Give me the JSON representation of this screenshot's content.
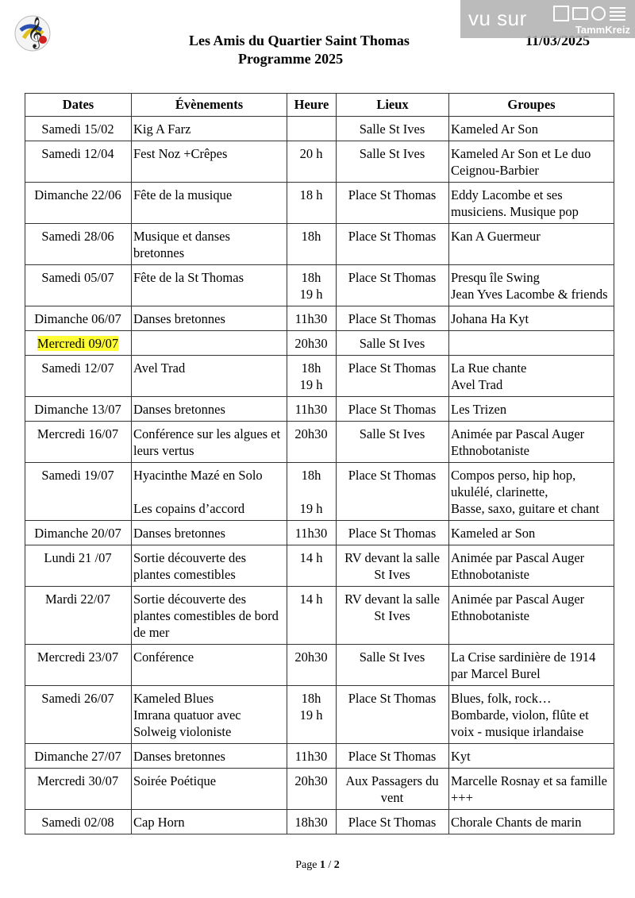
{
  "header": {
    "title": "Les Amis du Quartier Saint Thomas",
    "subtitle": "Programme 2025",
    "date": "11/03/2025"
  },
  "watermark": {
    "text": "vu sur",
    "brand": "TammKreiz"
  },
  "table": {
    "columns": [
      "Dates",
      "Évènements",
      "Heure",
      "Lieux",
      "Groupes"
    ],
    "rows": [
      {
        "date": "Samedi 15/02",
        "event": "Kig A Farz",
        "hour": "",
        "place": "Salle St Ives",
        "groups": "Kameled Ar Son"
      },
      {
        "date": "Samedi 12/04",
        "event": "Fest Noz +Crêpes",
        "hour": "20 h",
        "place": "Salle St Ives",
        "groups": "Kameled Ar Son et Le duo Ceignou-Barbier"
      },
      {
        "date": "Dimanche 22/06",
        "event": "Fête de la musique",
        "hour": "18 h",
        "place": "Place St Thomas",
        "groups": "Eddy Lacombe et ses musiciens. Musique pop"
      },
      {
        "date": "Samedi 28/06",
        "event": "Musique et danses bretonnes",
        "hour": "18h",
        "place": "Place St Thomas",
        "groups": " Kan A Guermeur"
      },
      {
        "date": "Samedi 05/07",
        "event": "Fête de la St Thomas",
        "hour": "18h\n19 h",
        "place": "Place St Thomas",
        "groups": "Presqu île Swing\nJean Yves Lacombe & friends"
      },
      {
        "date": "Dimanche 06/07",
        "event": "Danses bretonnes",
        "hour": "11h30",
        "place": "Place St Thomas",
        "groups": " Johana Ha Kyt"
      },
      {
        "date": "Mercredi 09/07",
        "event": "",
        "hour": "20h30",
        "place": "Salle St Ives",
        "groups": "",
        "highlight": true
      },
      {
        "date": "Samedi 12/07",
        "event": "Avel Trad",
        "hour": "18h\n19 h",
        "place": "Place St Thomas",
        "groups": "La Rue chante\nAvel Trad"
      },
      {
        "date": "Dimanche 13/07",
        "event": "Danses bretonnes",
        "hour": "11h30",
        "place": "Place St Thomas",
        "groups": "Les Trizen"
      },
      {
        "date": "Mercredi 16/07",
        "event": "Conférence sur les algues et leurs vertus",
        "hour": "20h30",
        "place": "Salle St Ives",
        "groups": "Animée par Pascal Auger\nEthnobotaniste"
      },
      {
        "date": "Samedi 19/07",
        "event": "Hyacinthe Mazé en Solo\n\nLes copains d’accord",
        "hour": "18h\n\n19 h",
        "place": "Place St Thomas",
        "groups": "Compos perso, hip hop, ukulélé, clarinette,\nBasse, saxo, guitare et chant"
      },
      {
        "date": "Dimanche 20/07",
        "event": "Danses bretonnes",
        "hour": "11h30",
        "place": "Place St Thomas",
        "groups": "Kameled ar Son"
      },
      {
        "date": "Lundi 21 /07",
        "event": "Sortie découverte des plantes comestibles\n ",
        "hour": "14 h",
        "place": "RV devant la salle St Ives",
        "groups": "Animée par Pascal Auger\nEthnobotaniste"
      },
      {
        "date": "Mardi 22/07",
        "event": "Sortie découverte des plantes comestibles de bord de mer",
        "hour": "14 h",
        "place": "RV devant la salle St Ives",
        "groups": "Animée par Pascal Auger\nEthnobotaniste"
      },
      {
        "date": "Mercredi 23/07",
        "event": "Conférence",
        "hour": "20h30",
        "place": "Salle St Ives",
        "groups": "La Crise sardinière de 1914 par Marcel Burel"
      },
      {
        "date": "Samedi 26/07",
        "event": "Kameled Blues\n   Imrana quatuor avec\n   Solweig violoniste",
        "hour": "18h\n19 h",
        "place": "Place St Thomas",
        "groups": "Blues, folk, rock…\nBombarde, violon, flûte et voix - musique irlandaise"
      },
      {
        "date": "Dimanche 27/07",
        "event": "Danses bretonnes",
        "hour": "11h30",
        "place": "Place St Thomas",
        "groups": "Kyt"
      },
      {
        "date": "Mercredi 30/07",
        "event": "Soirée Poétique",
        "hour": "20h30",
        "place": "Aux Passagers du vent",
        "groups": "Marcelle Rosnay et sa famille +++"
      },
      {
        "date": "Samedi 02/08",
        "event": "Cap Horn",
        "hour": "18h30",
        "place": "Place St Thomas",
        "groups": "Chorale Chants de marin"
      }
    ]
  },
  "footer": {
    "prefix": "Page ",
    "current": "1",
    "sep": " / ",
    "total": "2"
  }
}
